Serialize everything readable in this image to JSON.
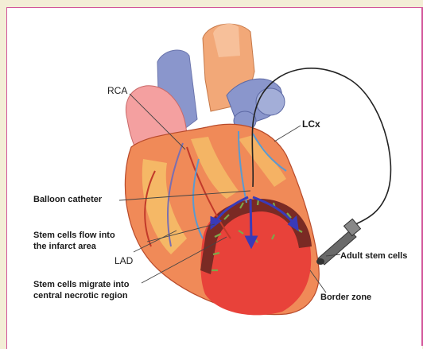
{
  "labels": {
    "rca": "RCA",
    "lcx": "LCx",
    "balloon_catheter": "Balloon catheter",
    "stem_flow_line1": "Stem cells flow into",
    "stem_flow_line2": "the infarct area",
    "lad": "LAD",
    "stem_migrate_line1": "Stem cells migrate into",
    "stem_migrate_line2": "central necrotic region",
    "adult_stem_cells": "Adult stem cells",
    "border_zone": "Border zone"
  },
  "colors": {
    "page_background": "#f3eed6",
    "frame_border": "#d2559a",
    "vessel_blue": "#7d8ec8",
    "aorta_orange": "#f0a070",
    "heart_red": "#e8423a",
    "infarct_dark": "#7a2a24",
    "border_zone_green": "#7da84a",
    "arrow_blue": "#3a3ab8"
  }
}
